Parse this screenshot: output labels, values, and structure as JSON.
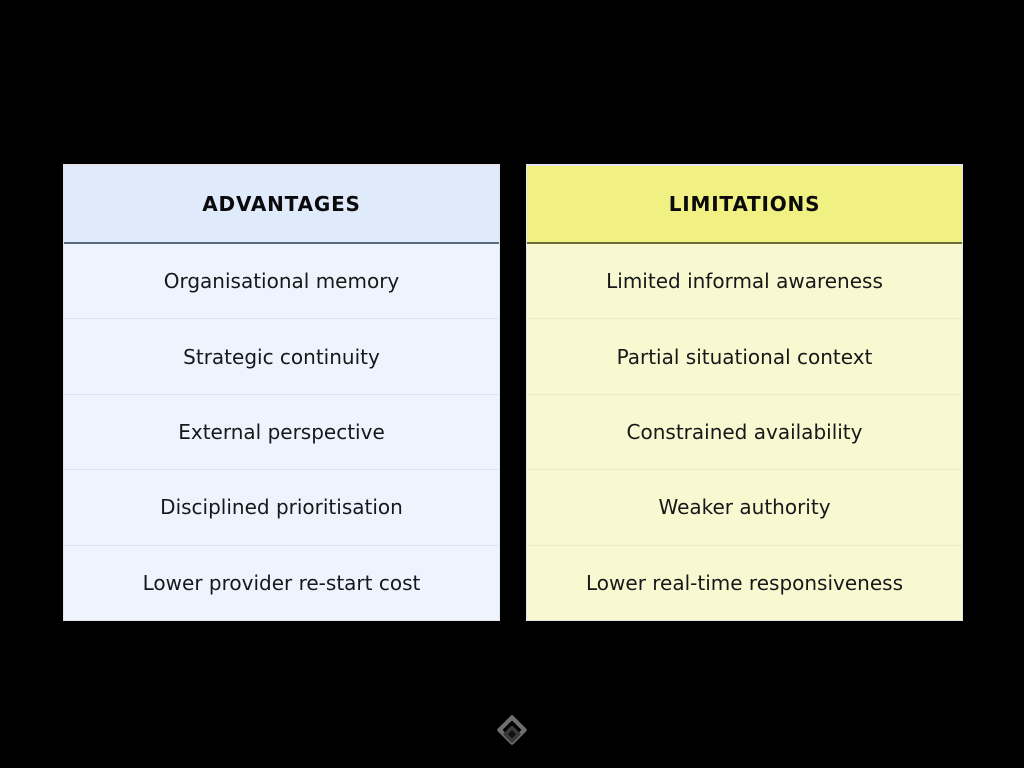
{
  "slide": {
    "background_color": "#000000",
    "logo": {
      "name": "diamond-chevron-logo",
      "color_outer": "#6f6f6f",
      "color_inner": "#3a3a3a"
    }
  },
  "panels": [
    {
      "id": "advantages",
      "header": "ADVANTAGES",
      "header_bg": "#dfeafb",
      "body_bg": "#eef4fd",
      "divider_color": "#5a6b81",
      "rows": [
        "Organisational memory",
        "Strategic continuity",
        "External perspective",
        "Disciplined prioritisation",
        "Lower provider re-start cost"
      ]
    },
    {
      "id": "limitations",
      "header": "LIMITATIONS",
      "header_bg": "#f0f182",
      "body_bg": "#f8f9d0",
      "divider_color": "#6f6c3a",
      "rows": [
        "Limited informal awareness",
        "Partial situational context",
        "Constrained availability",
        "Weaker authority",
        "Lower real-time responsiveness"
      ]
    }
  ]
}
